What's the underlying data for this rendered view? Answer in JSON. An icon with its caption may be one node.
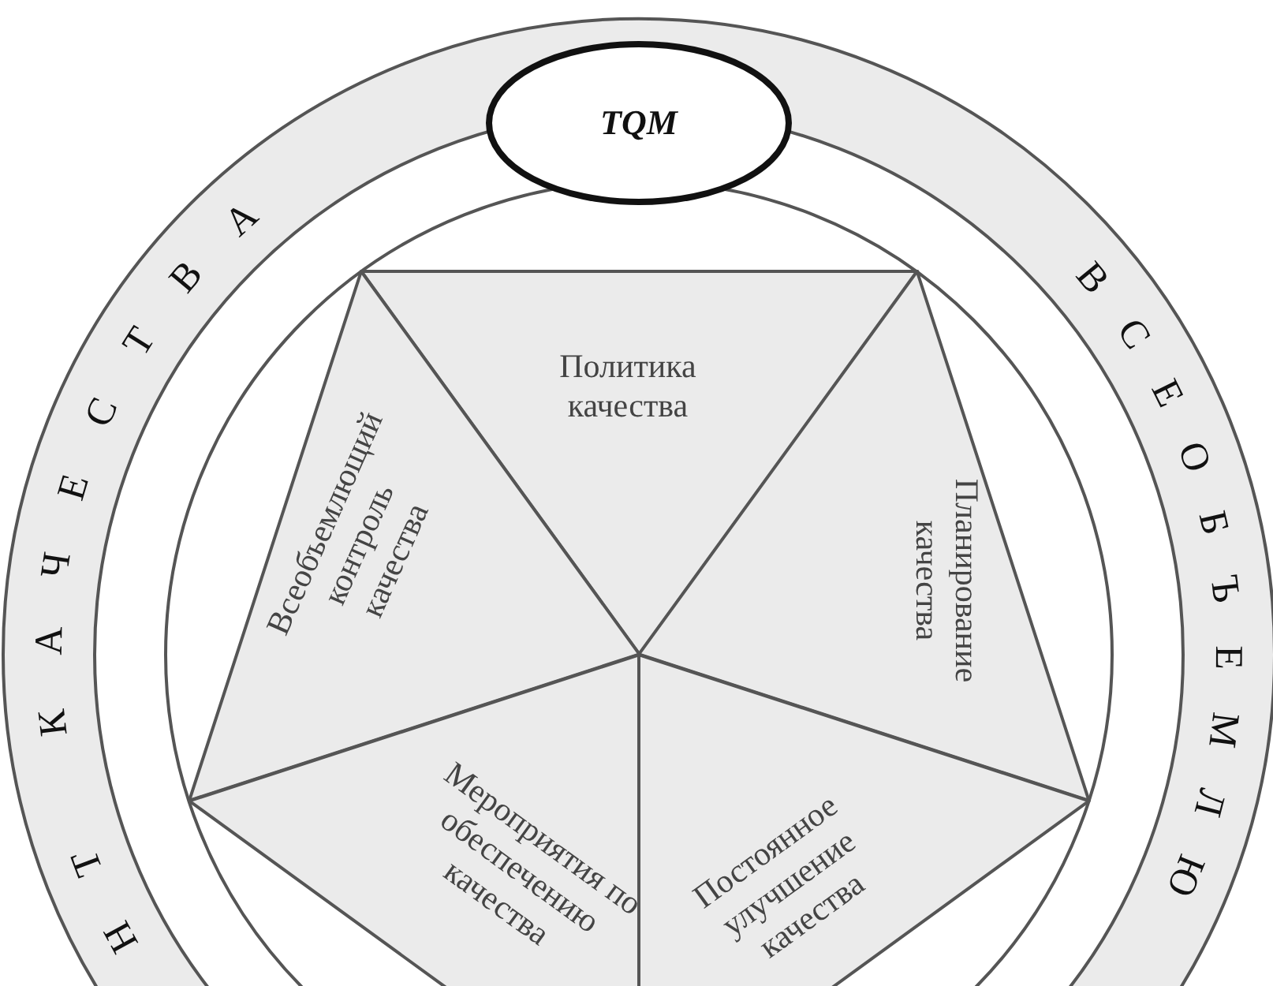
{
  "diagram": {
    "nodes": [
      {
        "text": [
          "TQM"
        ]
      },
      {
        "text": [
          "Политика качества"
        ]
      },
      {
        "text": [
          "Всеобъемлющий контроль качества"
        ]
      },
      {
        "text": [
          "Планирование качества"
        ]
      },
      {
        "text": [
          "Мероприятия по обеспечению качества"
        ]
      },
      {
        "text": [
          "Постоянное улучшение качества"
        ]
      }
    ],
    "labels": [
      "НТ КАЧЕСТВА",
      "ВСЕОБЪЕМЛЮ"
    ]
  }
}
